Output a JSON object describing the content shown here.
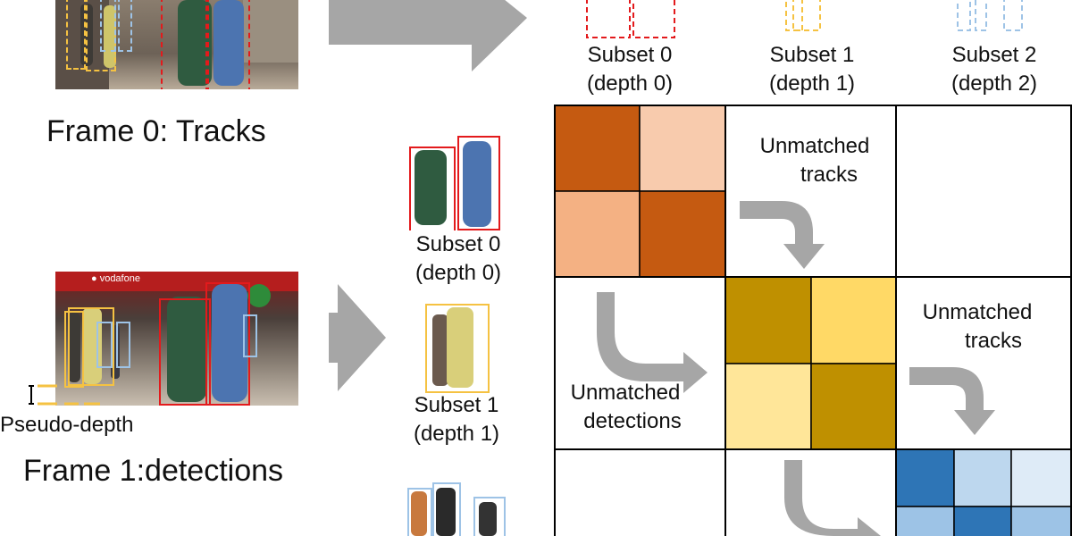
{
  "left": {
    "frame0_title": "Frame 0: Tracks",
    "frame1_title": "Frame 1:detections",
    "pseudo_depth_label": "Pseudo-depth"
  },
  "top_subsets": [
    {
      "name": "Subset 0",
      "depth": "(depth 0)",
      "color": "#e31a1c"
    },
    {
      "name": "Subset 1",
      "depth": "(depth 1)",
      "color": "#f5c242"
    },
    {
      "name": "Subset 2",
      "depth": "(depth 2)",
      "color": "#9ec3e6"
    }
  ],
  "middle_subsets": [
    {
      "name": "Subset 0",
      "depth": "(depth 0)"
    },
    {
      "name": "Subset 1",
      "depth": "(depth 1)"
    }
  ],
  "grid": {
    "unmatched_tracks_1": [
      "Unmatched",
      "tracks"
    ],
    "unmatched_tracks_2": [
      "Unmatched",
      "tracks"
    ],
    "unmatched_detections": [
      "Unmatched",
      "detections"
    ],
    "colors": {
      "orange_dark": "#c55a11",
      "orange_light": "#f8cbad",
      "orange_mid": "#f4b183",
      "gold_dark": "#bf9000",
      "gold_light": "#ffd966",
      "gold_pale": "#ffe699",
      "blue_dark": "#2e75b6",
      "blue_light": "#bdd7ee",
      "blue_pale": "#deebf7",
      "blue_mid": "#9dc3e6",
      "arrow_gray": "#a6a6a6"
    }
  }
}
